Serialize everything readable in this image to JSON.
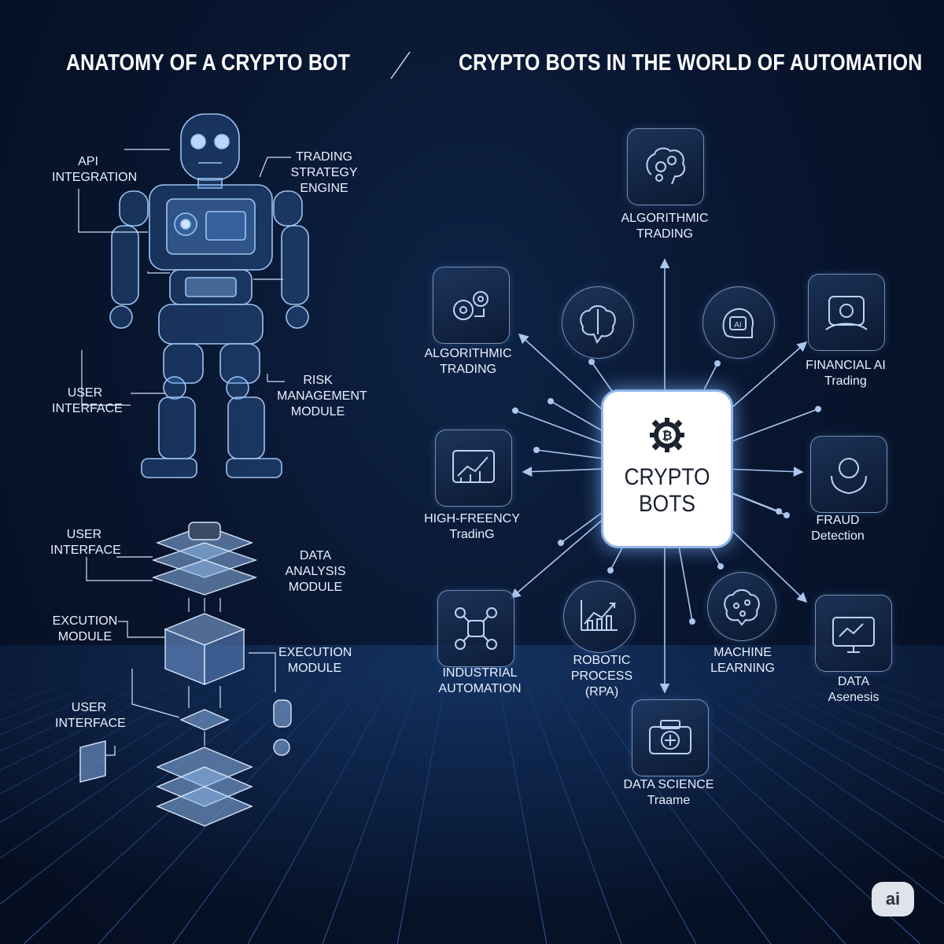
{
  "headings": {
    "left": "ANATOMY OF A CRYPTO BOT",
    "right": "CRYPTO BOTS IN THE WORLD OF AUTOMATION"
  },
  "anatomy": {
    "api": "API\nINTEGRATION",
    "trading_strategy": "TRADING\nSTRATEGY\nENGINE",
    "user_interface_top": "USER\nINTERFACE",
    "risk": "RISK\nMANAGEMENT\nMODULE",
    "user_interface_stack": "USER\nINTERFACE",
    "data_analysis": "DATA ANALYSIS\nMODULE",
    "execution_left": "EXCUTION\nMODULE",
    "execution_right": "EXECUTION\nMODULE",
    "user_interface_bottom": "USER\nINTERFACE"
  },
  "center": {
    "title": "CRYPTO\nBOTS",
    "icon": "bitcoin-gear-icon"
  },
  "nodes": [
    {
      "id": "algo-top",
      "label": "ALGORITHMIC\nTRADING",
      "icon": "brain-gears-icon"
    },
    {
      "id": "algo-left",
      "label": "ALGORITHMIC\nTRADING",
      "icon": "gears-icon"
    },
    {
      "id": "brain",
      "label": "",
      "icon": "brain-icon"
    },
    {
      "id": "ai-chip",
      "label": "",
      "icon": "ai-head-icon"
    },
    {
      "id": "financial-ai",
      "label": "FINANCIAL AI\nTrading",
      "icon": "finance-ai-icon"
    },
    {
      "id": "hft",
      "label": "HIGH-FREENCY\nTradinG",
      "icon": "chart-monitor-icon"
    },
    {
      "id": "fraud",
      "label": "FRAUD\nDetection",
      "icon": "hands-shield-icon"
    },
    {
      "id": "industrial",
      "label": "INDUSTRIAL\nAUTOMATION",
      "icon": "network-nodes-icon"
    },
    {
      "id": "rpa",
      "label": "ROBOTIC PROCESS\n(RPA)",
      "icon": "growth-chart-icon"
    },
    {
      "id": "ml",
      "label": "MACHINE\nLEARNING",
      "icon": "brain-circuit-icon"
    },
    {
      "id": "data",
      "label": "DATA\nAsenesis",
      "icon": "monitor-data-icon"
    },
    {
      "id": "data-science",
      "label": "DATA SCIENCE\nTraame",
      "icon": "camera-gear-icon"
    }
  ],
  "badge": "ai",
  "colors": {
    "accent": "#8fb4e8",
    "line": "#a9c6ee",
    "background": "#081630"
  }
}
